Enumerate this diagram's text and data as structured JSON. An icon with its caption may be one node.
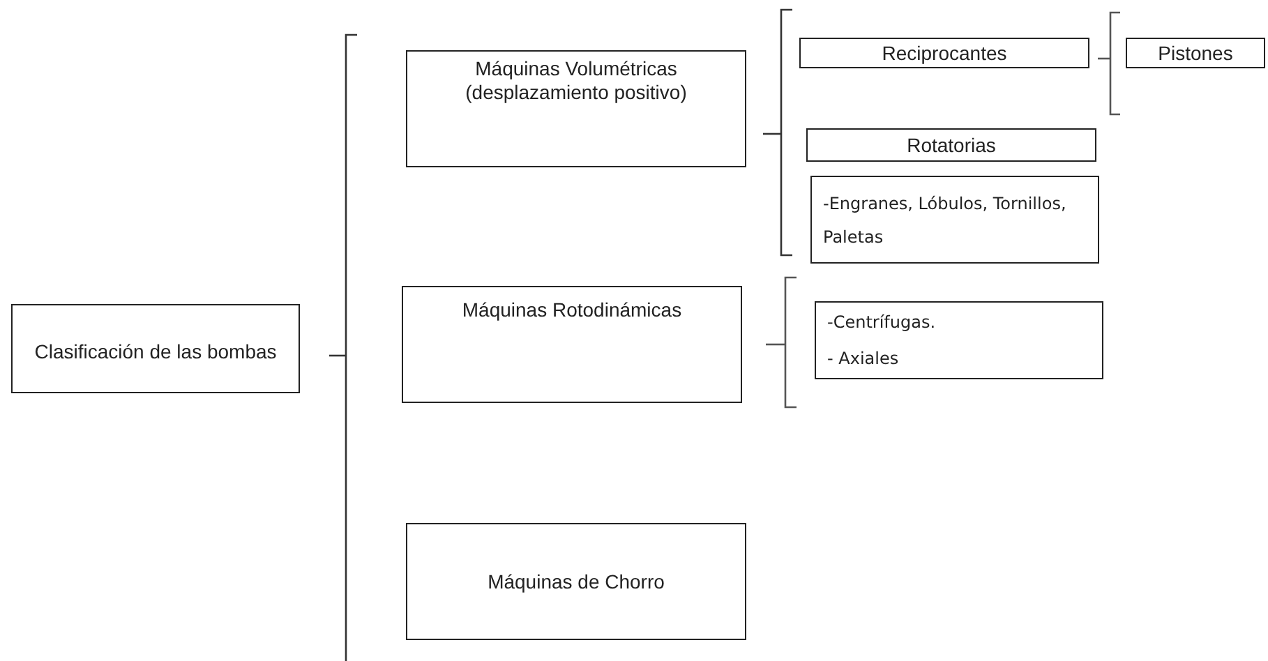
{
  "diagram": {
    "nodes": [
      {
        "text": [
          "Clasificación de las bombas"
        ]
      },
      {
        "text": [
          "Máquinas Volumétricas (desplazamiento positivo)"
        ]
      },
      {
        "text": [
          "Máquinas Rotodinámicas"
        ]
      },
      {
        "text": [
          "Máquinas de Chorro"
        ]
      },
      {
        "text": [
          "Reciprocantes"
        ]
      },
      {
        "text": [
          "Pistones"
        ]
      },
      {
        "text": [
          "Rotatorias"
        ]
      },
      {
        "text": [
          "-Engranes, Lóbulos, Tornillos, Paletas"
        ]
      },
      {
        "text": [
          "-Centrífugas.",
          "- Axiales"
        ]
      }
    ]
  }
}
